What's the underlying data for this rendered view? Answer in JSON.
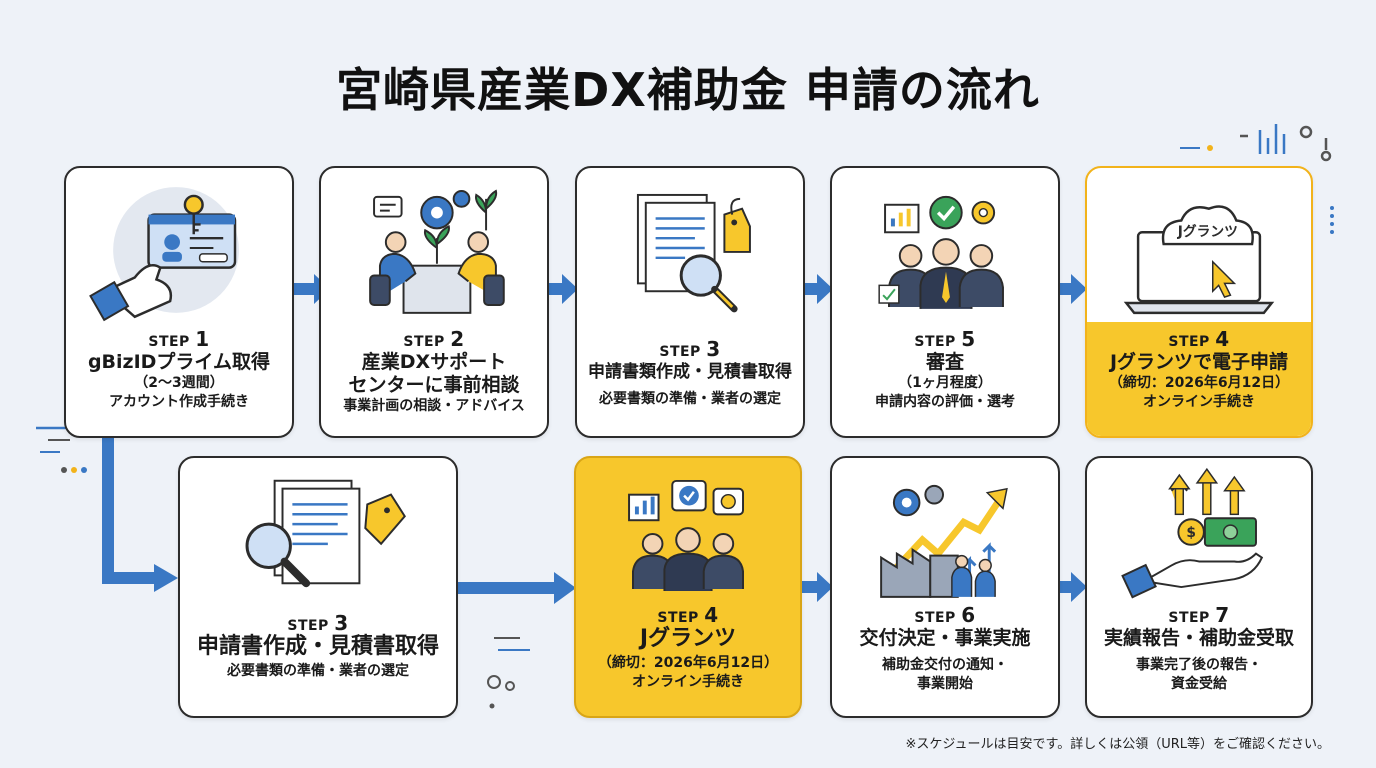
{
  "title": "宮崎県産業DX補助金 申請の流れ",
  "footer_note": "※スケジュールは目安です。詳しくは公領（URL等）をご確認ください。",
  "colors": {
    "accent_blue": "#3a78c4",
    "accent_yellow": "#f7c72c",
    "border": "#2c2c2c"
  },
  "row1": [
    {
      "step_word": "STEP",
      "step_num": "1",
      "title": "gBizIDプライム取得",
      "lines": [
        "（2〜3週間）",
        "アカウント作成手続き"
      ],
      "icon": "id-card-key-icon"
    },
    {
      "step_word": "STEP",
      "step_num": "2",
      "title": "産業DXサポート",
      "title2": "センターに事前相談",
      "lines": [
        "事業計画の相談・アドバイス"
      ],
      "icon": "consultation-icon"
    },
    {
      "step_word": "STEP",
      "step_num": "3",
      "title": "申請書類作成・見積書取得",
      "lines": [
        "必要書類の準備・業者の選定"
      ],
      "icon": "documents-magnifier-icon"
    },
    {
      "step_word": "STEP",
      "step_num": "5",
      "title": "審査",
      "lines": [
        "（1ヶ月程度）",
        "申請内容の評価・選考"
      ],
      "icon": "review-committee-icon"
    },
    {
      "step_word": "STEP",
      "step_num": "4",
      "title": "Jグランツで電子申請",
      "lines": [
        "（締切：2026年6月12日）",
        "オンライン手続き"
      ],
      "icon": "laptop-cloud-icon",
      "logo_text": "Jグランツ"
    }
  ],
  "row2": [
    {
      "step_word": "STEP",
      "step_num": "3",
      "title": "申請書作成・見積書取得",
      "lines": [
        "必要書類の準備・業者の選定"
      ],
      "icon": "documents-magnifier-icon"
    },
    {
      "step_word": "STEP",
      "step_num": "4",
      "title": "Jグランツ",
      "lines": [
        "（締切：2026年6月12日）",
        "オンライン手続き"
      ],
      "icon": "review-committee-icon"
    },
    {
      "step_word": "STEP",
      "step_num": "6",
      "title": "交付決定・事業実施",
      "lines": [
        "補助金交付の通知・",
        "事業開始"
      ],
      "icon": "factory-growth-icon"
    },
    {
      "step_word": "STEP",
      "step_num": "7",
      "title": "実績報告・補助金受取",
      "lines": [
        "事業完了後の報告・",
        "資金受給"
      ],
      "icon": "money-hand-icon"
    }
  ]
}
